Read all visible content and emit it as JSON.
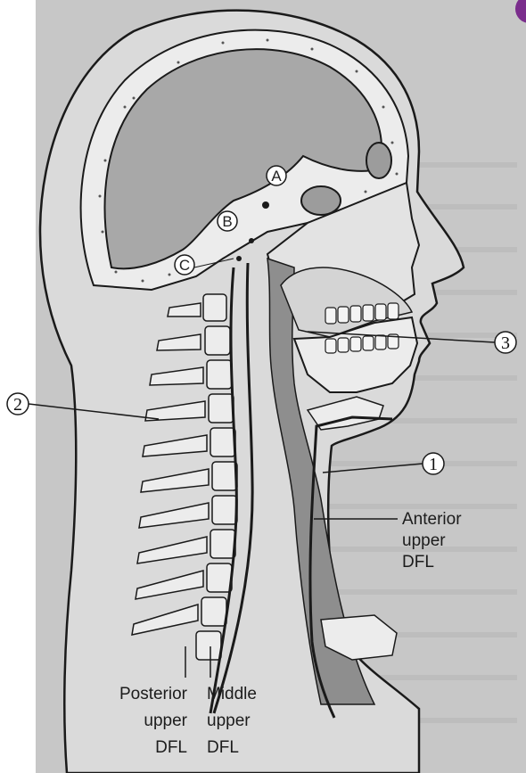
{
  "labels": {
    "num_1": "1",
    "num_2": "2",
    "num_3": "3",
    "letter_a": "A",
    "letter_b": "B",
    "letter_c": "C",
    "anterior": [
      "Anterior",
      "upper",
      "DFL"
    ],
    "posterior": [
      "Posterior",
      "upper",
      "DFL"
    ],
    "middle": [
      "Middle",
      "upper",
      "DFL"
    ]
  },
  "colors": {
    "paper": "#c9c9c9",
    "paper_light": "#dcdcdc",
    "skull_cavity": "#a9a9a9",
    "airway": "#8f8f8f",
    "bone_fill": "#ececec",
    "line": "#1a1a1a",
    "corner_badge": "#7a2d8c"
  }
}
